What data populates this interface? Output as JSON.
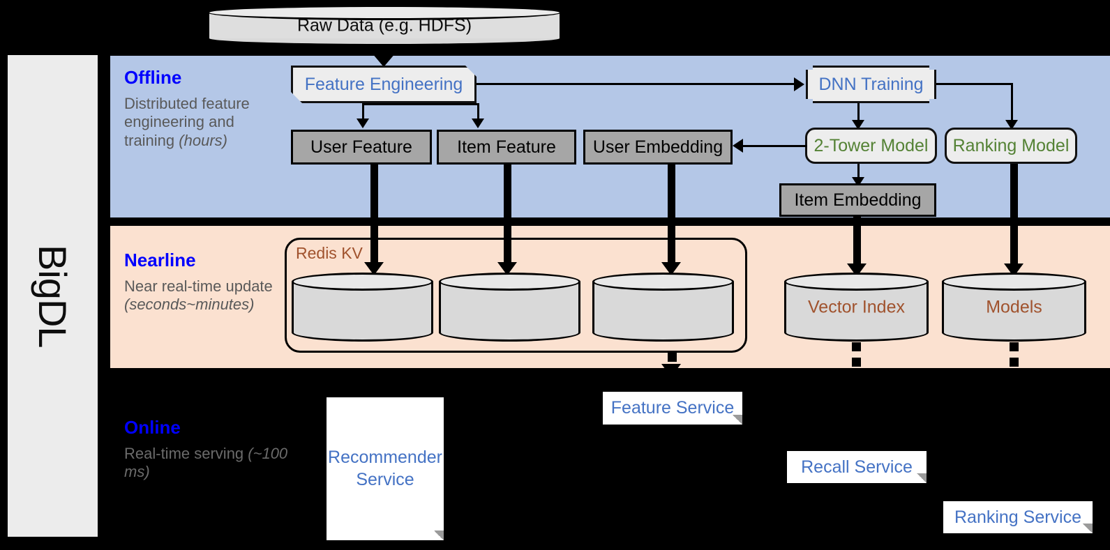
{
  "framework": {
    "name": "BigDL"
  },
  "bands": [
    {
      "id": "offline",
      "title": "Offline",
      "subtitle": "Distributed feature engineering and training ",
      "emphasis": "(hours)",
      "bg": "#b4c7e7"
    },
    {
      "id": "nearline",
      "title": "Nearline",
      "subtitle": "Near real-time update ",
      "emphasis": "(seconds~minutes)",
      "bg": "#fbe1d0"
    },
    {
      "id": "online",
      "title": "Online",
      "subtitle": "Real-time serving ",
      "emphasis": "(~100 ms)",
      "bg": "#000000"
    }
  ],
  "source": {
    "raw_data_label": "Raw Data (e.g. HDFS)"
  },
  "offline": {
    "feature_engineering": "Feature Engineering",
    "dnn_training": "DNN Training",
    "user_feature": "User Feature",
    "item_feature": "Item Feature",
    "user_embedding": "User Embedding",
    "item_embedding": "Item Embedding",
    "two_tower_model": "2-Tower Model",
    "ranking_model": "Ranking Model"
  },
  "nearline": {
    "redis_kv": "Redis KV",
    "store_user_feature": "",
    "store_item_feature": "",
    "store_user_embedding": "",
    "vector_index": "Vector Index",
    "models": "Models"
  },
  "online": {
    "recommender_service": "Recommender Service",
    "feature_service": "Feature Service",
    "recall_service": "Recall Service",
    "ranking_service": "Ranking Service"
  },
  "colors": {
    "band_title": "#0000ff",
    "band_subtitle": "#595959",
    "process_text": "#4472c4",
    "model_text": "#548235",
    "store_text": "#a0522d",
    "data_box": "#a6a6a6",
    "offline_bg": "#b4c7e7",
    "nearline_bg": "#fbe1d0",
    "online_bg": "#000000"
  }
}
